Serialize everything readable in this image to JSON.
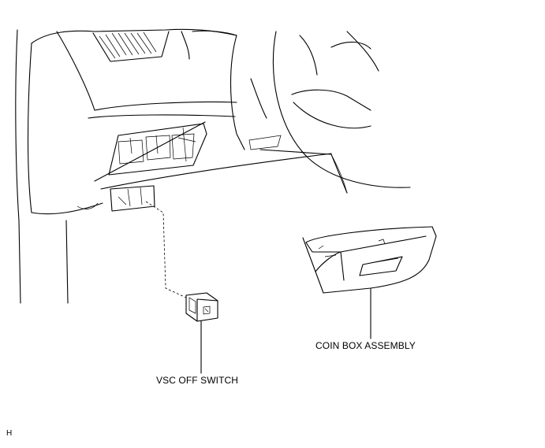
{
  "figure": {
    "labels": {
      "vsc_off_switch": "VSC OFF SWITCH",
      "coin_box_assembly": "COIN BOX ASSEMBLY",
      "corner_code": "H"
    }
  }
}
